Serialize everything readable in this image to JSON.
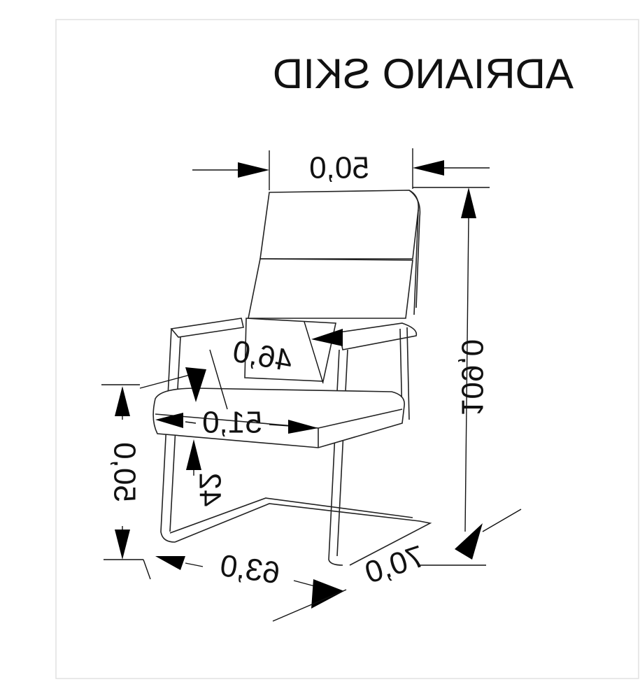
{
  "title": "ADRIANO SKID",
  "dimensions": {
    "width": "50,0",
    "height": "109,0",
    "seat_depth": "46,0",
    "seat_width": "51,0",
    "seat_height": "50,0",
    "armrest_height": "42",
    "base_width": "63,0",
    "depth": "70,0"
  },
  "colors": {
    "line": "#222222",
    "frame": "#e0e0e0"
  }
}
